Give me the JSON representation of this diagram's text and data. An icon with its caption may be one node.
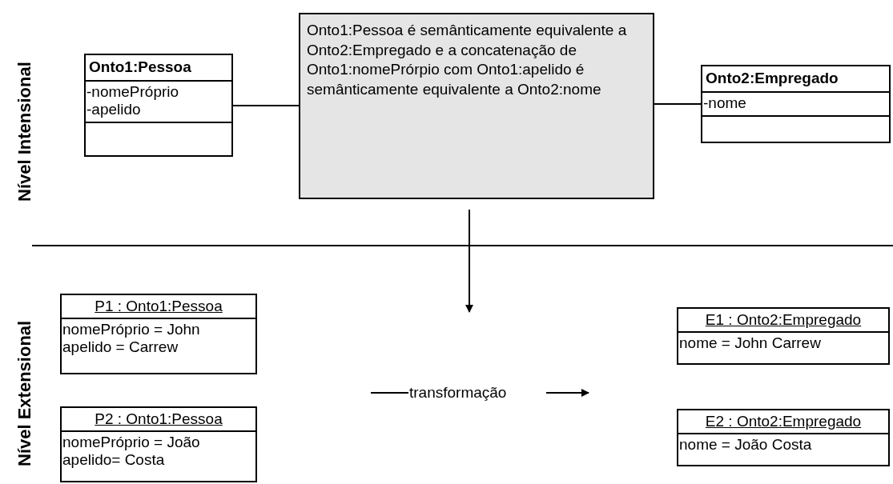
{
  "diagram": {
    "nodes": [
      {
        "text": [
          "Onto1:Pessoa",
          "-nomePróprio",
          "-apelido"
        ]
      },
      {
        "text": [
          "Onto1:Pessoa é semânticamente equivalente a Onto2:Empregado e a concatenação de Onto1:nomePrórpio com Onto1:apelido é semânticamente equivalente a Onto2:nome"
        ]
      },
      {
        "text": [
          "Onto2:Empregado",
          "-nome"
        ]
      },
      {
        "text": [
          "P1 : Onto1:Pessoa",
          "nomePróprio = John",
          "apelido = Carrew"
        ]
      },
      {
        "text": [
          "P2 : Onto1:Pessoa",
          "nomePróprio = João",
          "apelido= Costa"
        ]
      },
      {
        "text": [
          "E1 : Onto2:Empregado",
          "nome = John Carrew"
        ]
      },
      {
        "text": [
          "E2 : Onto2:Empregado",
          "nome = João Costa"
        ]
      }
    ],
    "edges": [
      {
        "from": 0,
        "to": 1,
        "arrow": "none"
      },
      {
        "from": 1,
        "to": 2,
        "arrow": "none"
      }
    ],
    "labels": [
      "Nível Intensional",
      "Nível Extensional",
      "transformação"
    ]
  }
}
